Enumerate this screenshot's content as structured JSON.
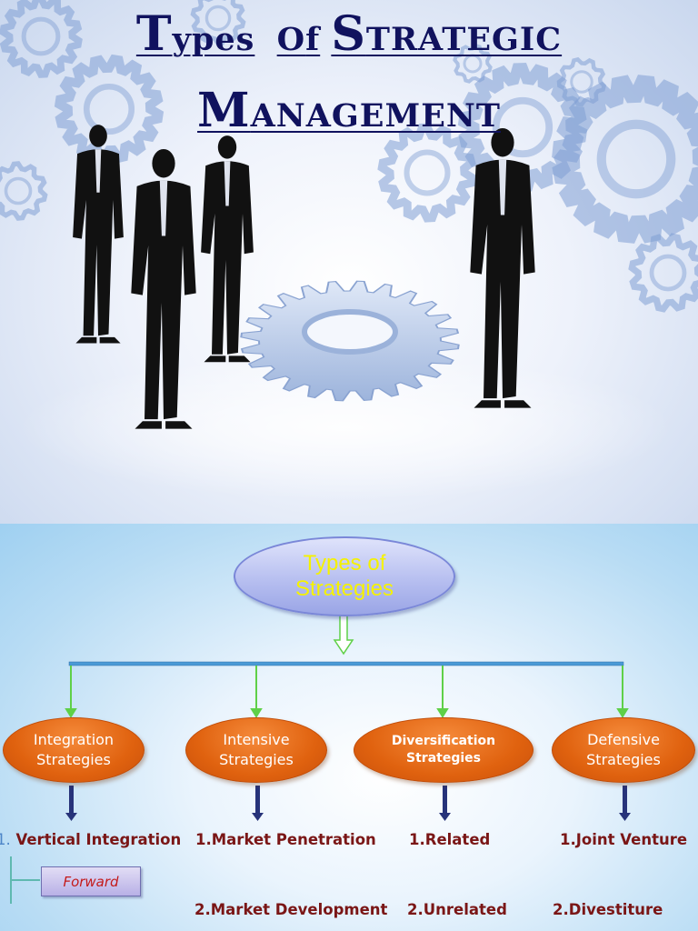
{
  "slide1": {
    "title_line1": [
      {
        "cap": "T",
        "rest": "YPES"
      },
      {
        "cap": "O",
        "rest": "F"
      },
      {
        "cap": "S",
        "rest": "TRATEGIC"
      }
    ],
    "title_line1_display": {
      "t_cap": "T",
      "t_rest": "ypes",
      "o_cap": "O",
      "o_rest": "f",
      "s_cap": "S",
      "s_rest": "TRATEGIC"
    },
    "title_line2": {
      "m_cap": "M",
      "m_rest": "ANAGEMENT"
    }
  },
  "slide2": {
    "root": {
      "line1": "Types of",
      "line2": "Strategies"
    },
    "categories": [
      {
        "line1": "Integration",
        "line2": "Strategies"
      },
      {
        "line1": "Intensive",
        "line2": "Strategies"
      },
      {
        "line1": "Diversification",
        "line2": "Strategies"
      },
      {
        "line1": "Defensive",
        "line2": "Strategies"
      }
    ],
    "items": {
      "integration_1": {
        "num": "1.",
        "text": " Vertical Integration"
      },
      "intensive_1": "1.Market Penetration",
      "intensive_2": "2.Market Development",
      "diversification_1": "1.Related",
      "diversification_2": "2.Unrelated",
      "defensive_1": "1.Joint Venture",
      "defensive_2": "2.Divestiture"
    },
    "sub_item": "Forward"
  },
  "colors": {
    "title": "#10125e",
    "root_text": "#f5f200",
    "category_fill": "#e0620f",
    "item_text": "#7a1616",
    "connector": "#4a9ad6",
    "arrow_green": "#5fd048",
    "arrow_navy": "#27337a"
  }
}
